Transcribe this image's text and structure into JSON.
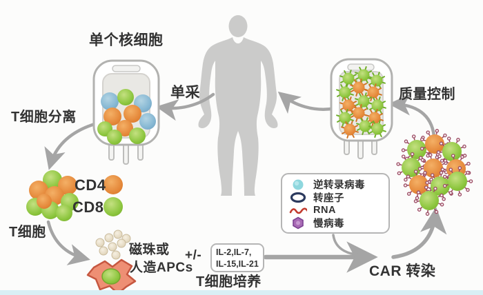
{
  "diagram": {
    "title_context": "CAR-T cell therapy workflow",
    "labels": {
      "mononuclear": "单个核细胞",
      "apheresis": "单采",
      "t_cell_separation": "T细胞分离",
      "cd4": "CD4",
      "cd8": "CD8",
      "t_cell": "T细胞",
      "beads_line1": "磁珠或",
      "beads_line2": "人造APCs",
      "plus_minus": "+/-",
      "il_line1": "IL-2,IL-7,",
      "il_line2": "IL-15,IL-21",
      "t_cell_culture": "T细胞培养",
      "car_transfection": "CAR 转染",
      "quality_control": "质量控制"
    },
    "legend": {
      "items": [
        {
          "icon": "retrovirus-icon",
          "label": "逆转录病毒",
          "color": "#85d3dc"
        },
        {
          "icon": "transposon-icon",
          "label": "转座子",
          "color": "#2c3a5e"
        },
        {
          "icon": "rna-icon",
          "label": "RNA",
          "color": "#c23b2e"
        },
        {
          "icon": "lentivirus-icon",
          "label": "慢病毒",
          "color": "#a86bb5"
        }
      ]
    },
    "colors": {
      "cell_orange": "#e5893b",
      "cell_green": "#8dc63f",
      "cell_blue": "#85b7d3",
      "bead_beige": "#e6dcc8",
      "apc_salmon": "#ee8f74",
      "arrow_gray": "#a5a5a5",
      "body_gray": "#cbcbca",
      "text_dark": "#333333",
      "bottom_strip": "#d9eff5"
    }
  }
}
